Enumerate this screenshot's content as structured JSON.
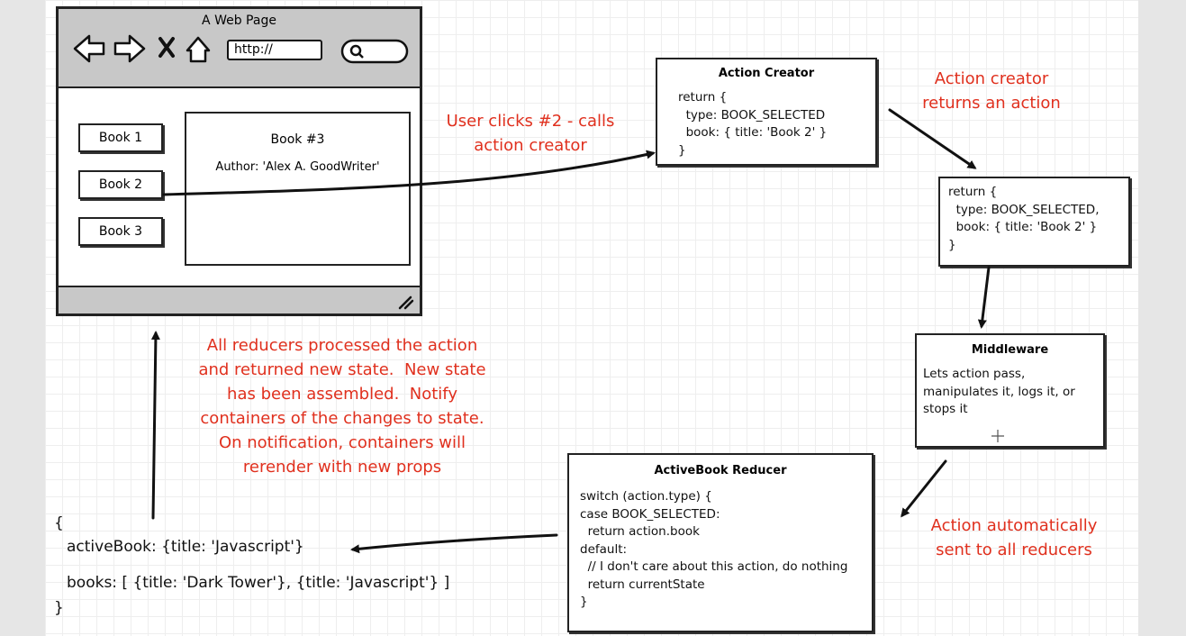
{
  "browser": {
    "window_title": "A Web Page",
    "address": "http://",
    "books": [
      "Book 1",
      "Book 2",
      "Book 3"
    ],
    "detail_title": "Book #3",
    "detail_author": "Author: 'Alex A. GoodWriter'"
  },
  "action_creator": {
    "title": "Action Creator",
    "code": "return {\n  type: BOOK_SELECTED\n  book: { title: 'Book 2' }\n}"
  },
  "action_object": {
    "code": "return {\n  type: BOOK_SELECTED,\n  book: { title: 'Book 2' }\n}"
  },
  "middleware": {
    "title": "Middleware",
    "text": "Lets action pass,\nmanipulates it, logs it, or\nstops it"
  },
  "reducer": {
    "title": "ActiveBook Reducer",
    "code": "switch (action.type) {\ncase BOOK_SELECTED:\n  return action.book\ndefault:\n  // I don't care about this action, do nothing\n  return currentState\n}"
  },
  "state": {
    "open": "{",
    "active_book": "activeBook: {title: 'Javascript'}",
    "books": "books: [ {title: 'Dark Tower'}, {title: 'Javascript'} ]",
    "close": "}"
  },
  "annotations": {
    "user_clicks": "User clicks #2 - calls\naction creator",
    "returns_action": "Action creator\nreturns an action",
    "sent_to_reducers": "Action automatically\nsent to all reducers",
    "reducers_processed": "All reducers processed the action\nand returned new state.  New state\nhas been assembled.  Notify\ncontainers of the changes to state.\nOn notification, containers will\nrerender with new props"
  },
  "colors": {
    "annotation": "#e0301e",
    "browser_chrome": "#c8c8c8",
    "stroke": "#222222"
  }
}
